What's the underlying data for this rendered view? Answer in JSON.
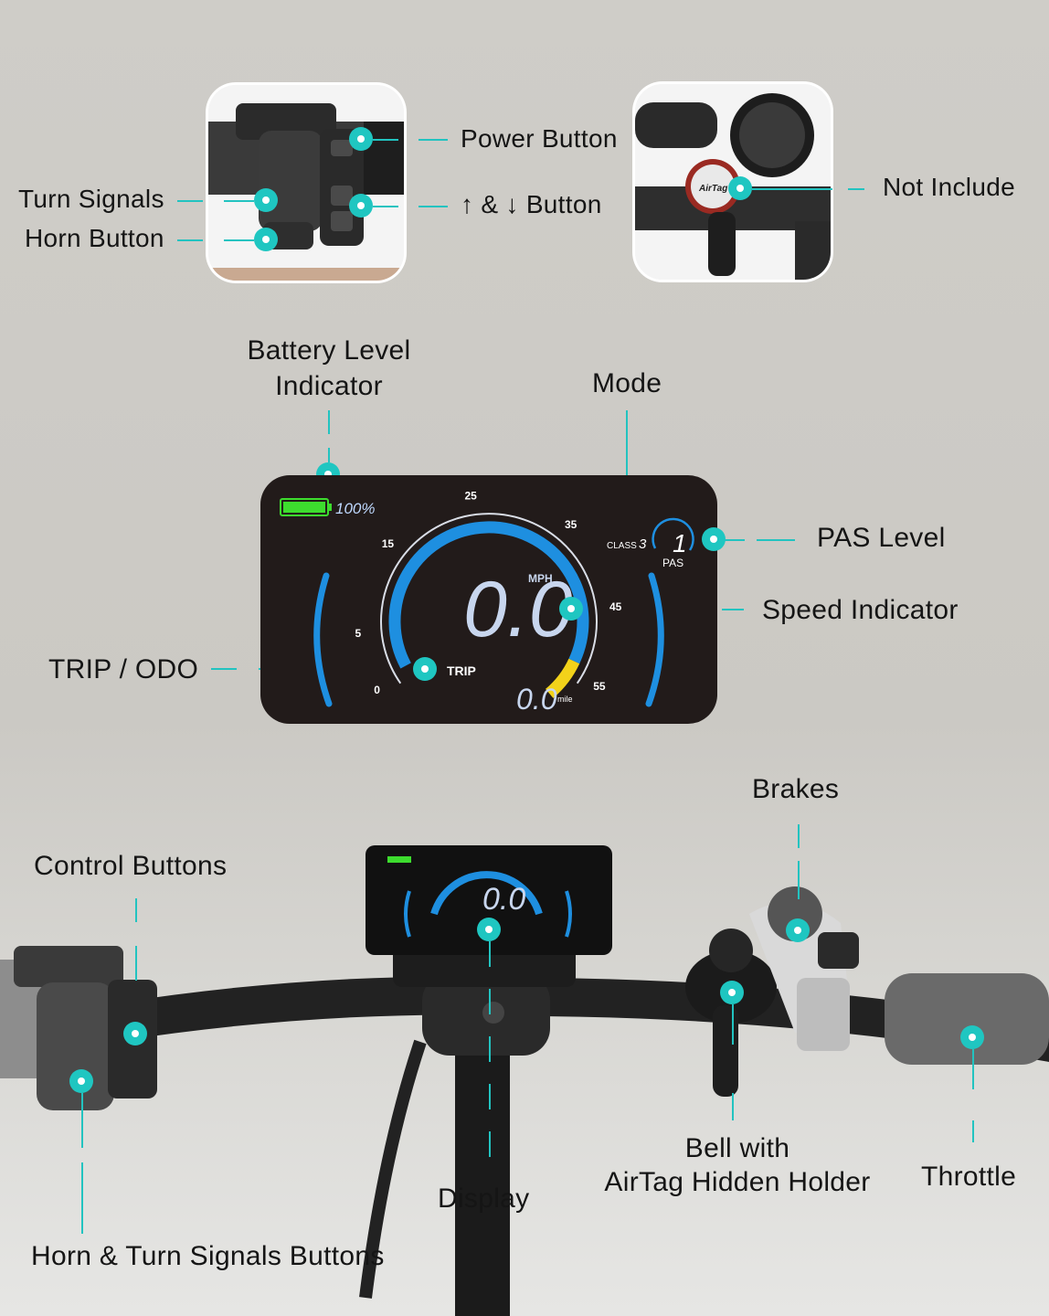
{
  "top_left_labels": {
    "power_button": "Power Button",
    "up_down_button": "↑ & ↓ Button",
    "turn_signals": "Turn Signals",
    "horn_button": "Horn Button"
  },
  "top_right_labels": {
    "not_include": "Not Include",
    "airtag_text": "AirTag"
  },
  "display_labels": {
    "battery_level": "Battery Level\nIndicator",
    "mode": "Mode",
    "pas_level": "PAS Level",
    "speed_indicator": "Speed Indicator",
    "trip_odo": "TRIP / ODO"
  },
  "lcd": {
    "battery_percent": "100%",
    "ticks": [
      "0",
      "5",
      "15",
      "25",
      "35",
      "45",
      "55"
    ],
    "speed": "0.0",
    "speed_unit": "MPH",
    "class_label": "CLASS",
    "class_value": "3",
    "pas_value": "1",
    "pas_label": "PAS",
    "trip_label": "TRIP",
    "trip_value": "0.0",
    "trip_unit": "mile",
    "battery_level_fraction": 1.0
  },
  "bottom_labels": {
    "control_buttons": "Control Buttons",
    "brakes": "Brakes",
    "display": "Display",
    "bell": "Bell with\nAirTag Hidden Holder",
    "throttle": "Throttle",
    "horn_turn": "Horn & Turn Signals Buttons"
  },
  "colors": {
    "accent": "#22c3c0",
    "lcd_background": "#221b1a",
    "gauge_blue": "#1e8fe0",
    "gauge_yellow": "#f2d21a",
    "battery_green": "#3ddc2e"
  }
}
